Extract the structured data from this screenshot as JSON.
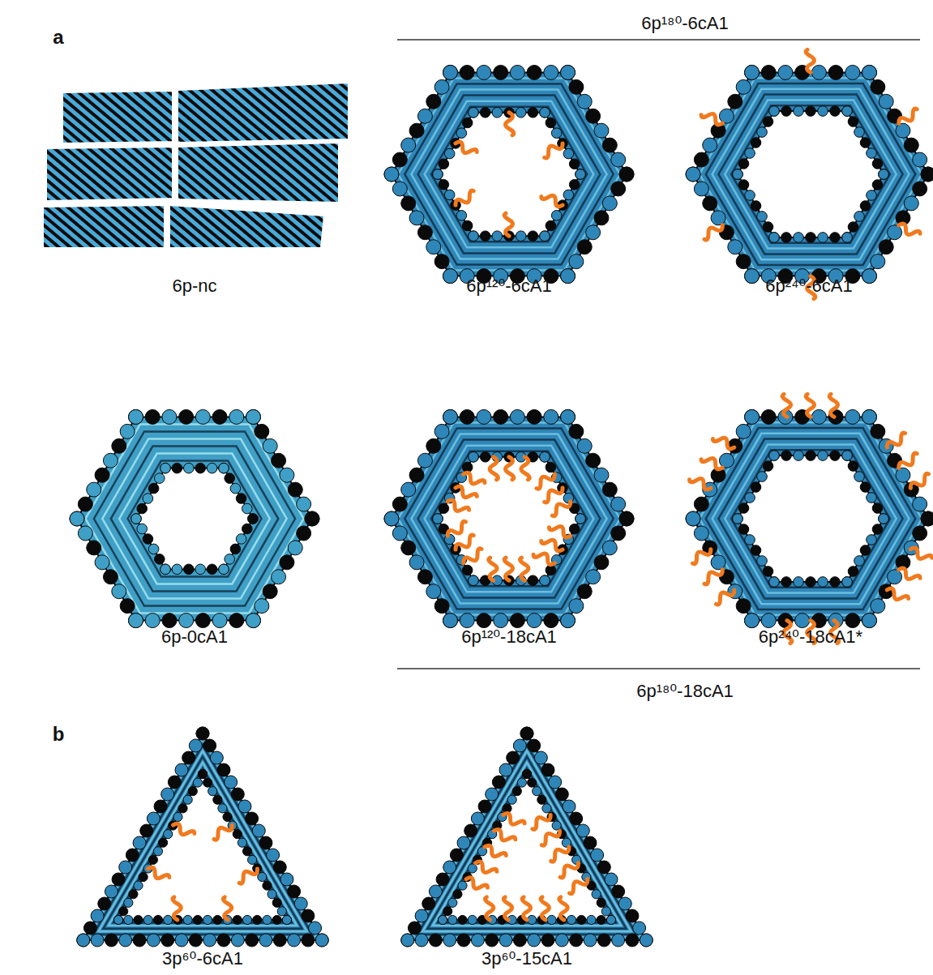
{
  "diagram": {
    "labels": [
      "a",
      "6p¹⁸⁰-6cA1",
      "6p-nc",
      "6p¹²⁰-6cA1",
      "6p²⁴⁰-6cA1",
      "6p-0cA1",
      "6p¹²⁰-18cA1",
      "6p²⁴⁰-18cA1*",
      "6p¹⁸⁰-18cA1",
      "b",
      "3p⁶⁰-6cA1",
      "3p⁶⁰-15cA1"
    ]
  }
}
